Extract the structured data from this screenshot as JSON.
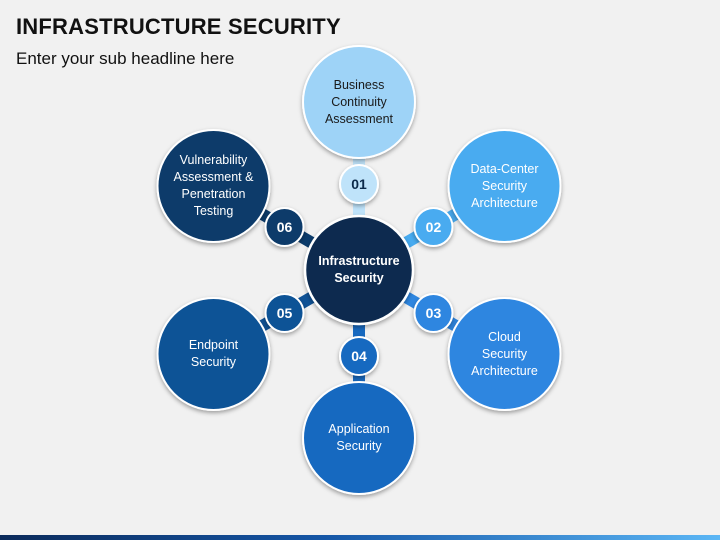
{
  "title": "INFRASTRUCTURE SECURITY",
  "subtitle": "Enter your sub headline here",
  "center": {
    "label": "Infrastructure\nSecurity",
    "color": "#082a4f"
  },
  "nodes": [
    {
      "number": "01",
      "label": "Business\nContinuity\nAssessment",
      "color": "#9ed3f7",
      "num_color": "#bfe3fa",
      "dark": true
    },
    {
      "number": "02",
      "label": "Data-Center\nSecurity\nArchitecture",
      "color": "#48abf0",
      "num_color": "#48abf0",
      "dark": false
    },
    {
      "number": "03",
      "label": "Cloud\nSecurity\nArchitecture",
      "color": "#2e86e0",
      "num_color": "#2e86e0",
      "dark": false
    },
    {
      "number": "04",
      "label": "Application\nSecurity",
      "color": "#1769c0",
      "num_color": "#1769c0",
      "dark": false
    },
    {
      "number": "05",
      "label": "Endpoint\nSecurity",
      "color": "#0f5296",
      "num_color": "#0f5296",
      "dark": false
    },
    {
      "number": "06",
      "label": "Vulnerability\nAssessment &\nPenetration\nTesting",
      "color": "#0b3b6b",
      "num_color": "#0b3b6b",
      "dark": false
    }
  ]
}
